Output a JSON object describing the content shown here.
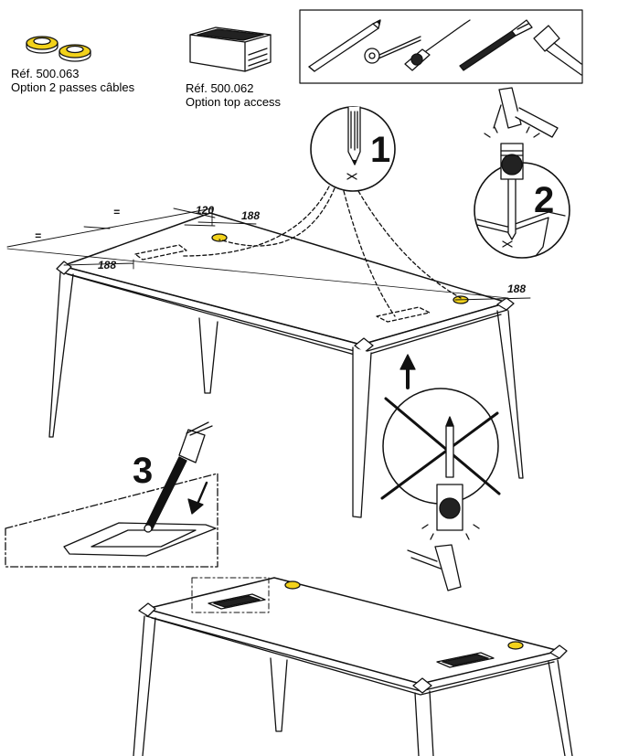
{
  "refs": {
    "cable_pass": {
      "ref": "Réf. 500.063",
      "desc": "Option 2 passes câbles"
    },
    "top_access": {
      "ref": "Réf. 500.062",
      "desc": "Option top access"
    }
  },
  "dimensions": {
    "equal_left": "=",
    "equal_right": "=",
    "d120": "120",
    "d188_a": "188",
    "d188_b": "188",
    "d188_c": "188"
  },
  "steps": {
    "s1": "1",
    "s2": "2",
    "s3": "3"
  },
  "tools": [
    "pencil-icon",
    "tape-measure-icon",
    "screwdriver-icon",
    "drill-bit-icon",
    "hammer-icon"
  ],
  "colors": {
    "accent_yellow": "#f2d21b",
    "line": "#111111"
  }
}
